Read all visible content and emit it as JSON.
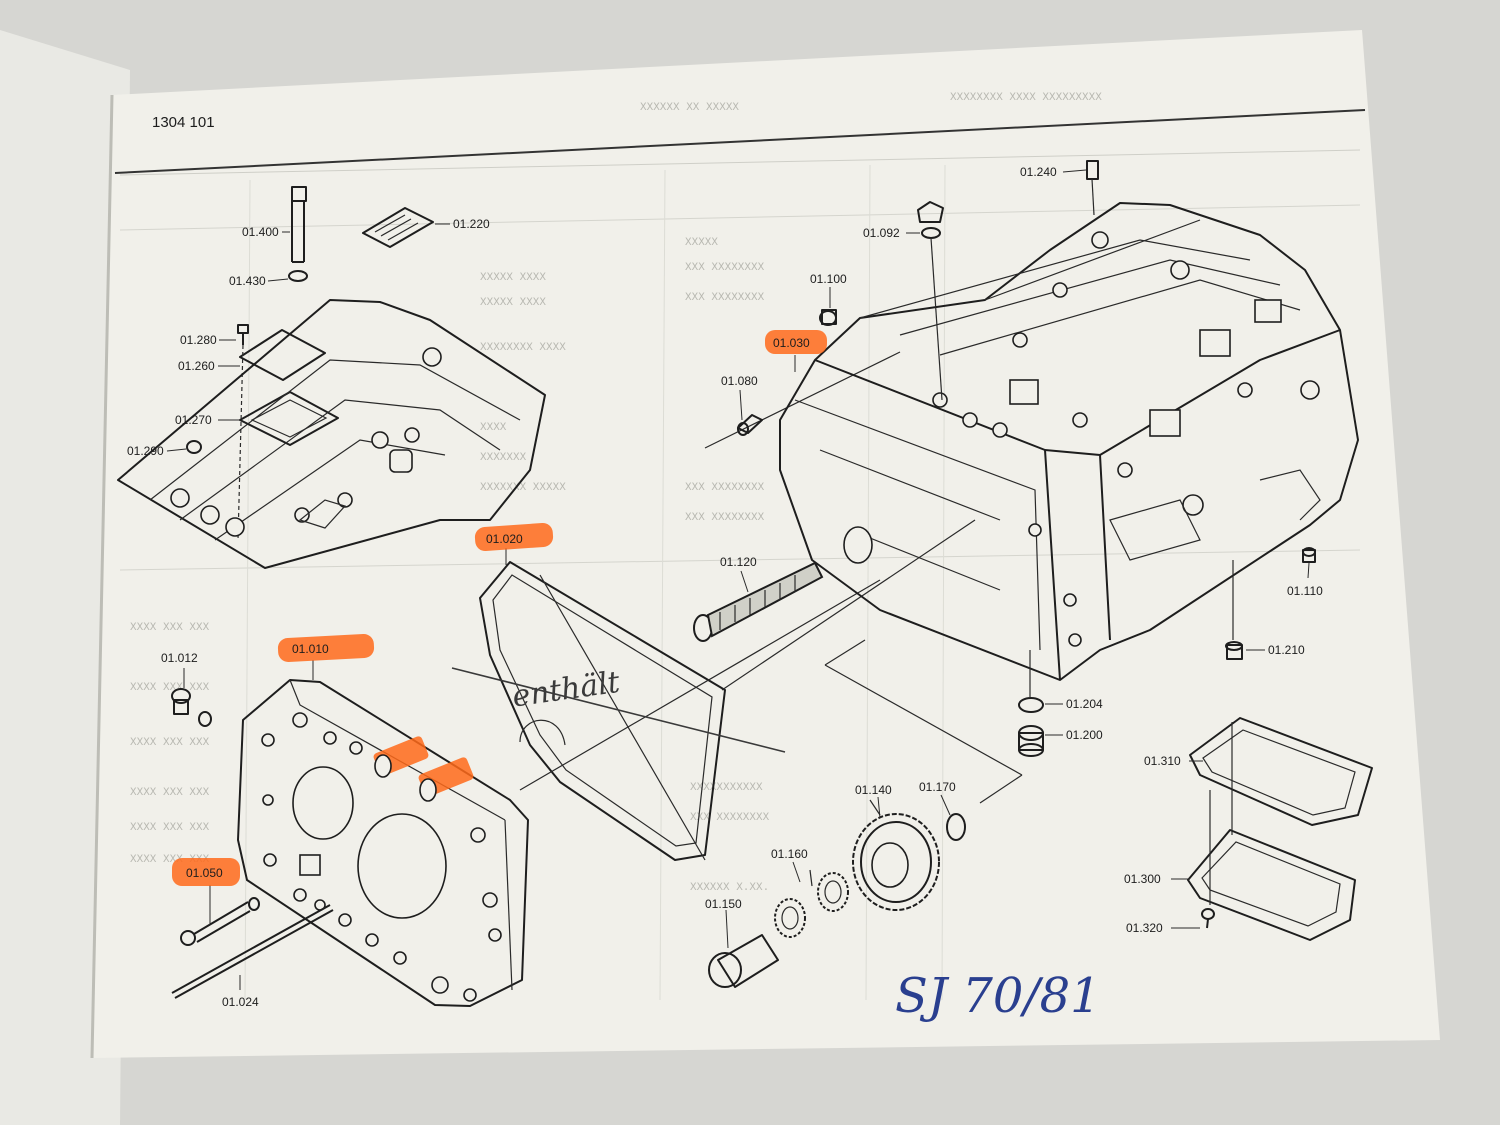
{
  "page": {
    "header_number": "1304  101",
    "highlight_color": "#ff6a1a",
    "ink_color": "#2a3f8f",
    "paper_color": "#f1f0ea"
  },
  "labels": {
    "p01400": "01.400",
    "p01220": "01.220",
    "p01430": "01.430",
    "p01280": "01.280",
    "p01260": "01.260",
    "p01270": "01.270",
    "p01290": "01.290",
    "p01012": "01.012",
    "p01010": "01.010",
    "p01050": "01.050",
    "p01024": "01.024",
    "p01020": "01.020",
    "p01030": "01.030",
    "p01080": "01.080",
    "p01120": "01.120",
    "p01100": "01.100",
    "p01092": "01.092",
    "p01240": "01.240",
    "p01110": "01.110",
    "p01210": "01.210",
    "p01204": "01.204",
    "p01200": "01.200",
    "p01310": "01.310",
    "p01300": "01.300",
    "p01320": "01.320",
    "p01140": "01.140",
    "p01170": "01.170",
    "p01160": "01.160",
    "p01150": "01.150"
  },
  "annotations": {
    "handwritten_word": "enthält",
    "handwritten_initials": "SJ 70/81"
  }
}
